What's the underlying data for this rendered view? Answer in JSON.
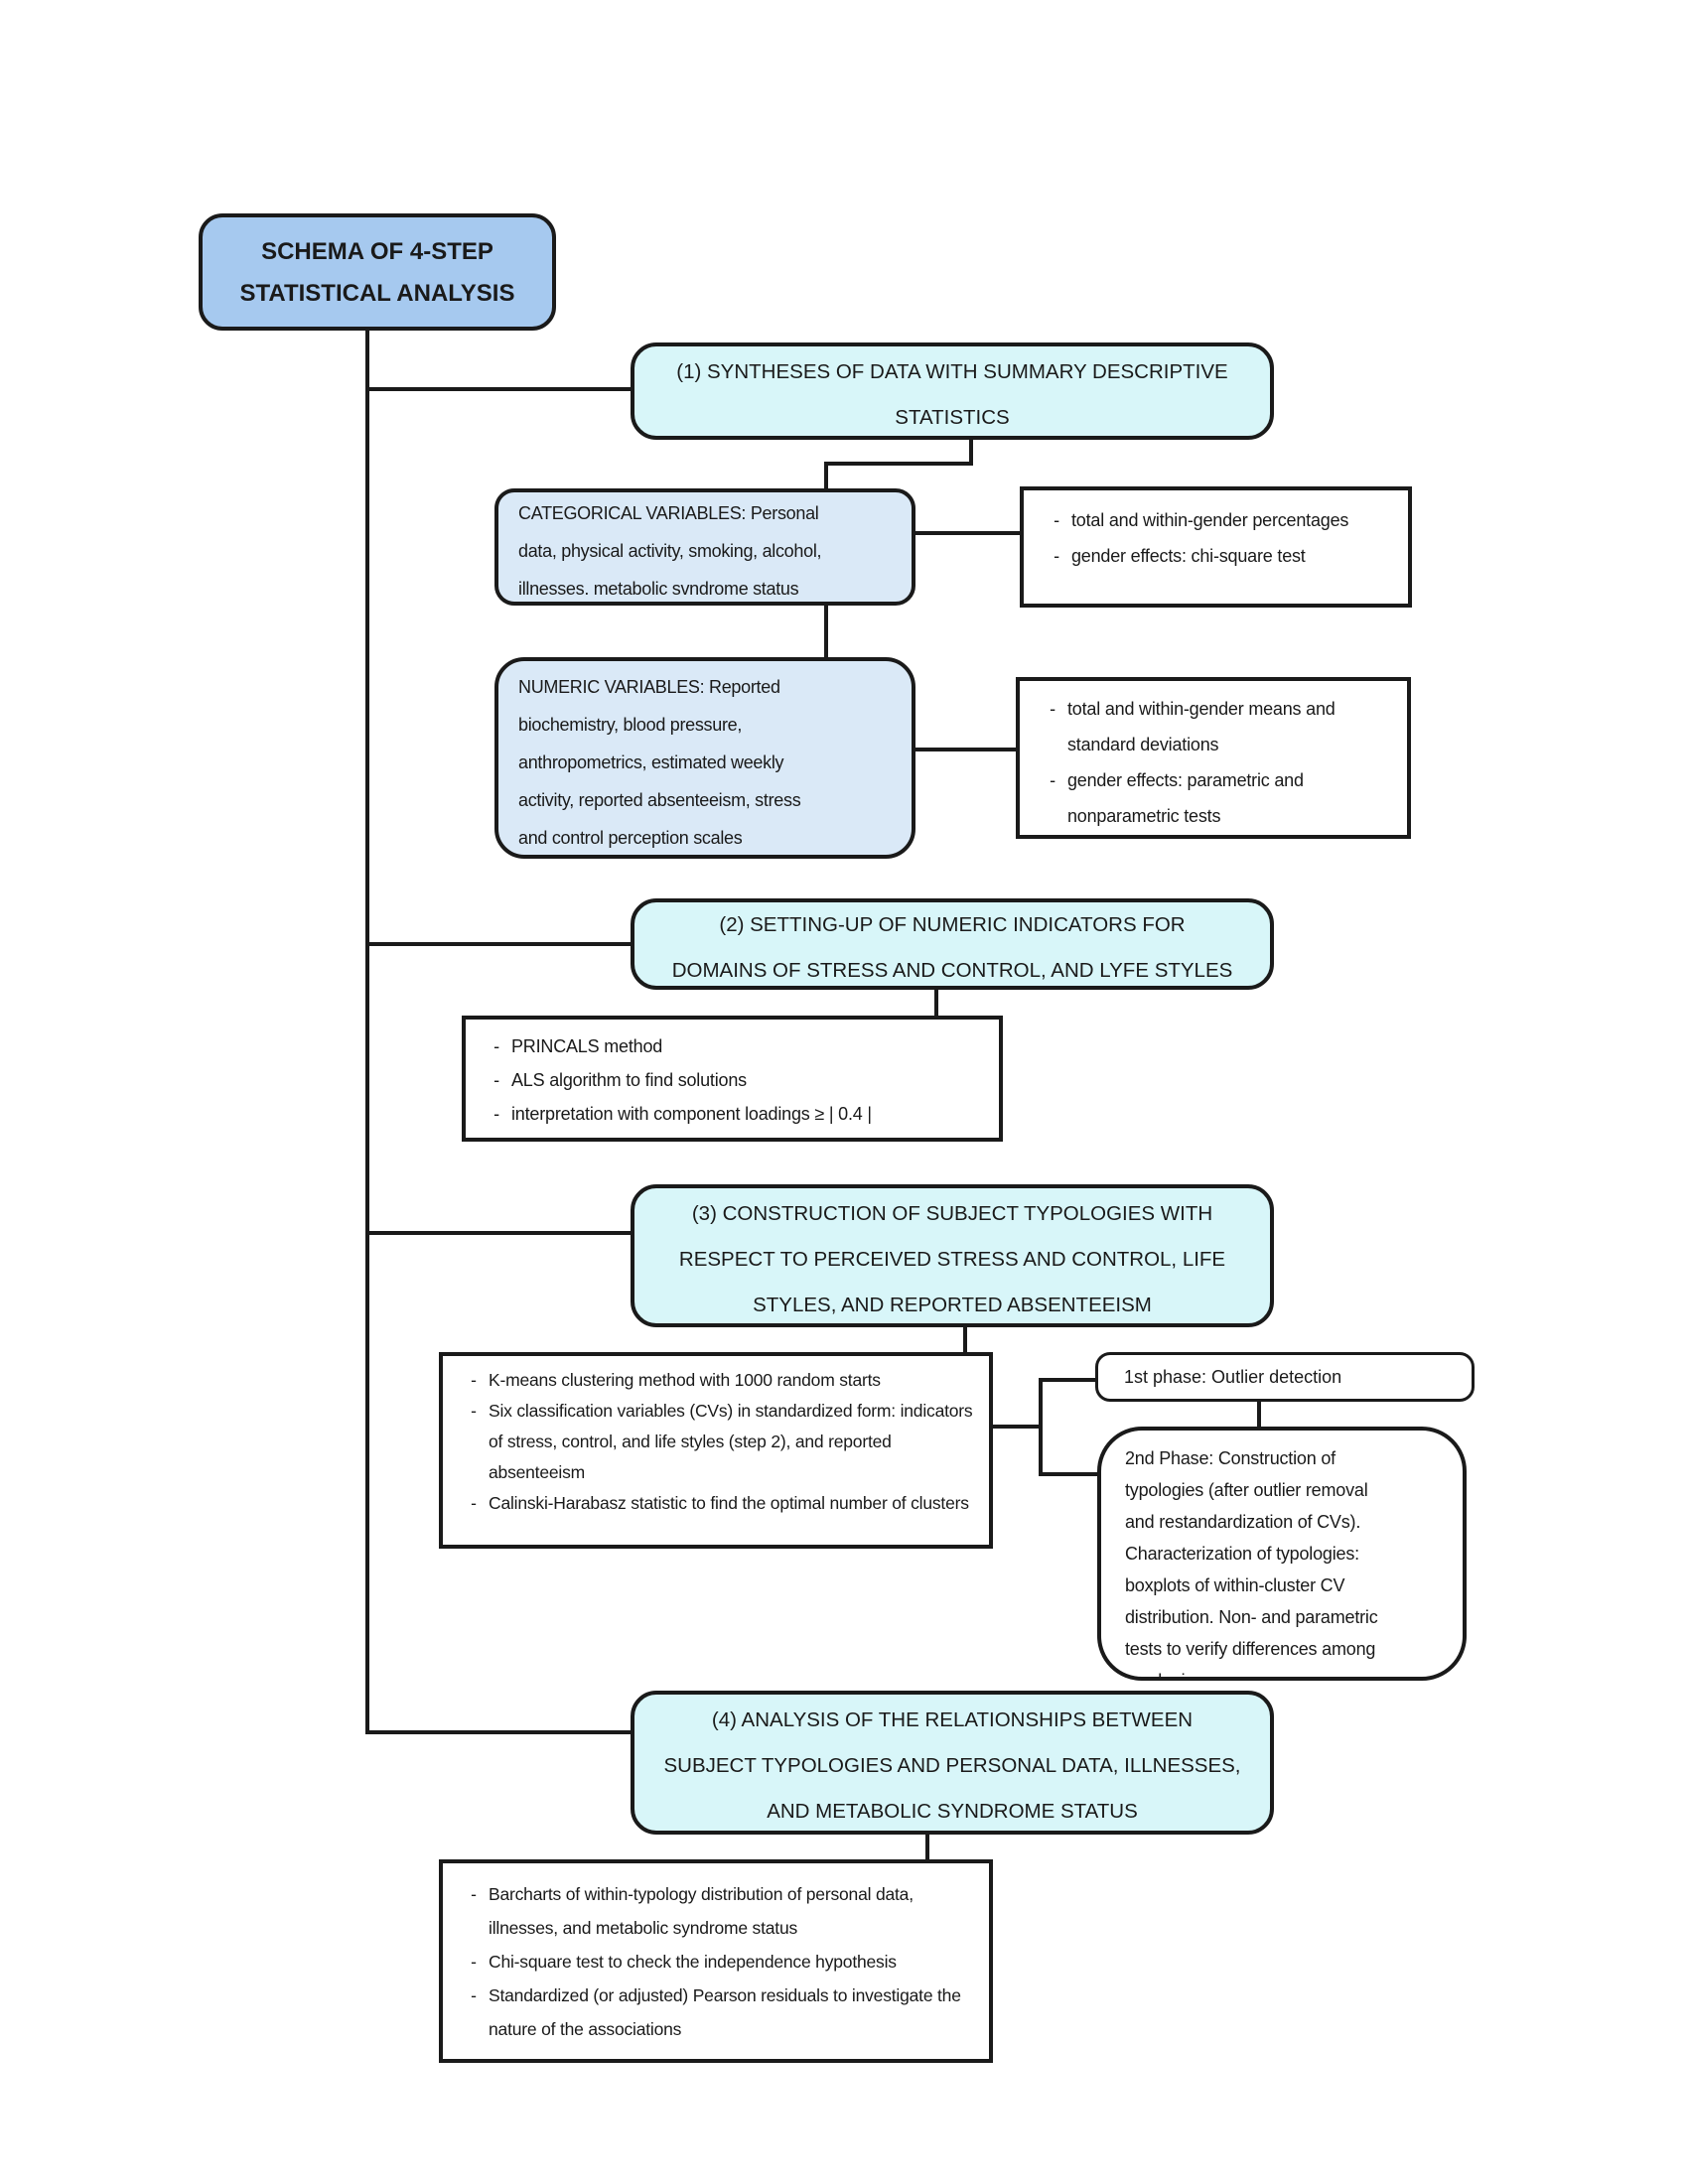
{
  "colors": {
    "background": "#ffffff",
    "line": "#1a1a1a",
    "title_box_fill": "#a6c9ef",
    "step_box_fill": "#d8f6f9",
    "variable_box_fill": "#dae9f7",
    "detail_box_fill": "#ffffff"
  },
  "title_box": {
    "lines": [
      "SCHEMA OF 4-STEP",
      "STATISTICAL ANALYSIS"
    ]
  },
  "step1": {
    "lines": [
      "(1) SYNTHESES OF DATA WITH SUMMARY DESCRIPTIVE",
      "STATISTICS"
    ],
    "categorical": {
      "lines": [
        "CATEGORICAL VARIABLES: Personal",
        "data, physical activity, smoking, alcohol,",
        "illnesses. metabolic svndrome status"
      ]
    },
    "categorical_methods": {
      "items": [
        "total and within-gender percentages",
        "gender effects: chi-square test"
      ]
    },
    "numeric": {
      "lines": [
        "NUMERIC VARIABLES: Reported",
        "biochemistry, blood pressure,",
        "anthropometrics, estimated weekly",
        "activity, reported absenteeism, stress",
        "and control perception scales"
      ]
    },
    "numeric_methods": {
      "items": [
        "total and within-gender means and standard deviations",
        "gender effects: parametric and nonparametric tests"
      ]
    }
  },
  "step2": {
    "lines": [
      "(2) SETTING-UP OF NUMERIC INDICATORS FOR",
      "DOMAINS OF STRESS AND CONTROL, AND LYFE STYLES"
    ],
    "methods": {
      "items": [
        "PRINCALS method",
        "ALS algorithm to find solutions",
        "interpretation with component loadings ≥ | 0.4 |"
      ]
    }
  },
  "step3": {
    "lines": [
      "(3) CONSTRUCTION OF SUBJECT TYPOLOGIES WITH",
      "RESPECT TO PERCEIVED STRESS AND CONTROL, LIFE",
      "STYLES, AND REPORTED ABSENTEEISM"
    ],
    "methods": {
      "items": [
        "K-means clustering method with 1000 random starts",
        "Six classification variables (CVs) in standardized form: indicators of stress, control, and life styles (step 2), and reported absenteeism",
        "Calinski-Harabasz statistic to find the optimal number of clusters"
      ]
    },
    "phase1": {
      "label": "1st phase: Outlier detection"
    },
    "phase2": {
      "lines": [
        "2nd Phase: Construction of",
        "typologies (after outlier removal",
        "and restandardization of CVs).",
        "Characterization of typologies:",
        "boxplots of within-cluster CV",
        "distribution. Non- and parametric",
        "tests to verify differences among",
        "typologies"
      ]
    }
  },
  "step4": {
    "lines": [
      "(4) ANALYSIS OF THE RELATIONSHIPS BETWEEN",
      "SUBJECT TYPOLOGIES AND PERSONAL DATA, ILLNESSES,",
      "AND METABOLIC SYNDROME STATUS"
    ],
    "methods": {
      "items": [
        "Barcharts of within-typology distribution of personal data, illnesses, and metabolic syndrome status",
        "Chi-square test to check the independence hypothesis",
        "Standardized (or adjusted) Pearson residuals to investigate the nature of the associations"
      ]
    }
  }
}
